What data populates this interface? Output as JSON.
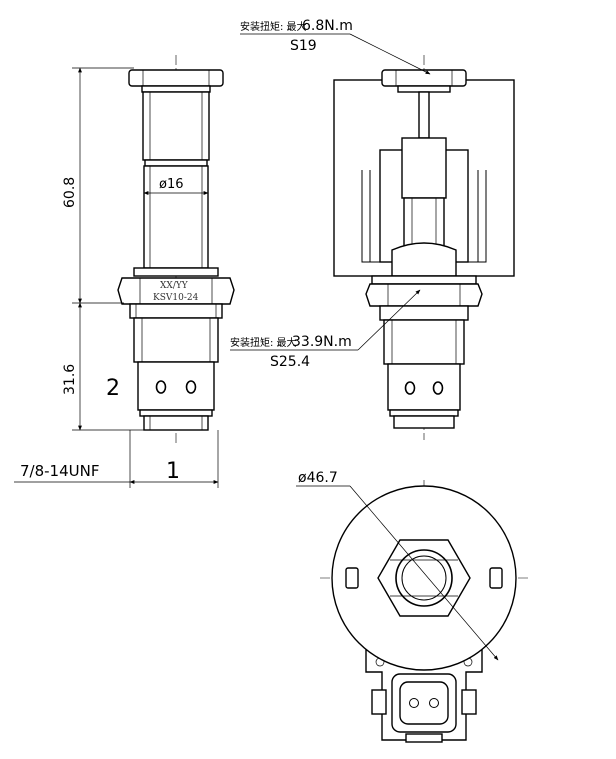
{
  "title": "",
  "labels": {
    "height_upper": "60.8",
    "height_lower": "31.6",
    "diameter_stem": "ø16",
    "port_2": "2",
    "port_1": "1",
    "thread": "7/8-14UNF",
    "nut_marking_top": "XX/YY",
    "nut_marking_bottom": "KSV10-24",
    "torque_top_prefix": "安装扭矩: 最大",
    "torque_top_value": "6.8N.m",
    "torque_top_size": "S19",
    "torque_bottom_prefix": "安装扭矩: 最大",
    "torque_bottom_value": "33.9N.m",
    "torque_bottom_size": "S25.4",
    "diameter_coil": "ø46.7"
  },
  "icons": [
    "hex-nut-icon",
    "connector-icon",
    "port-hole-icon",
    "arrow-icon"
  ],
  "colors": {
    "line": "#000000",
    "background": "#ffffff"
  }
}
